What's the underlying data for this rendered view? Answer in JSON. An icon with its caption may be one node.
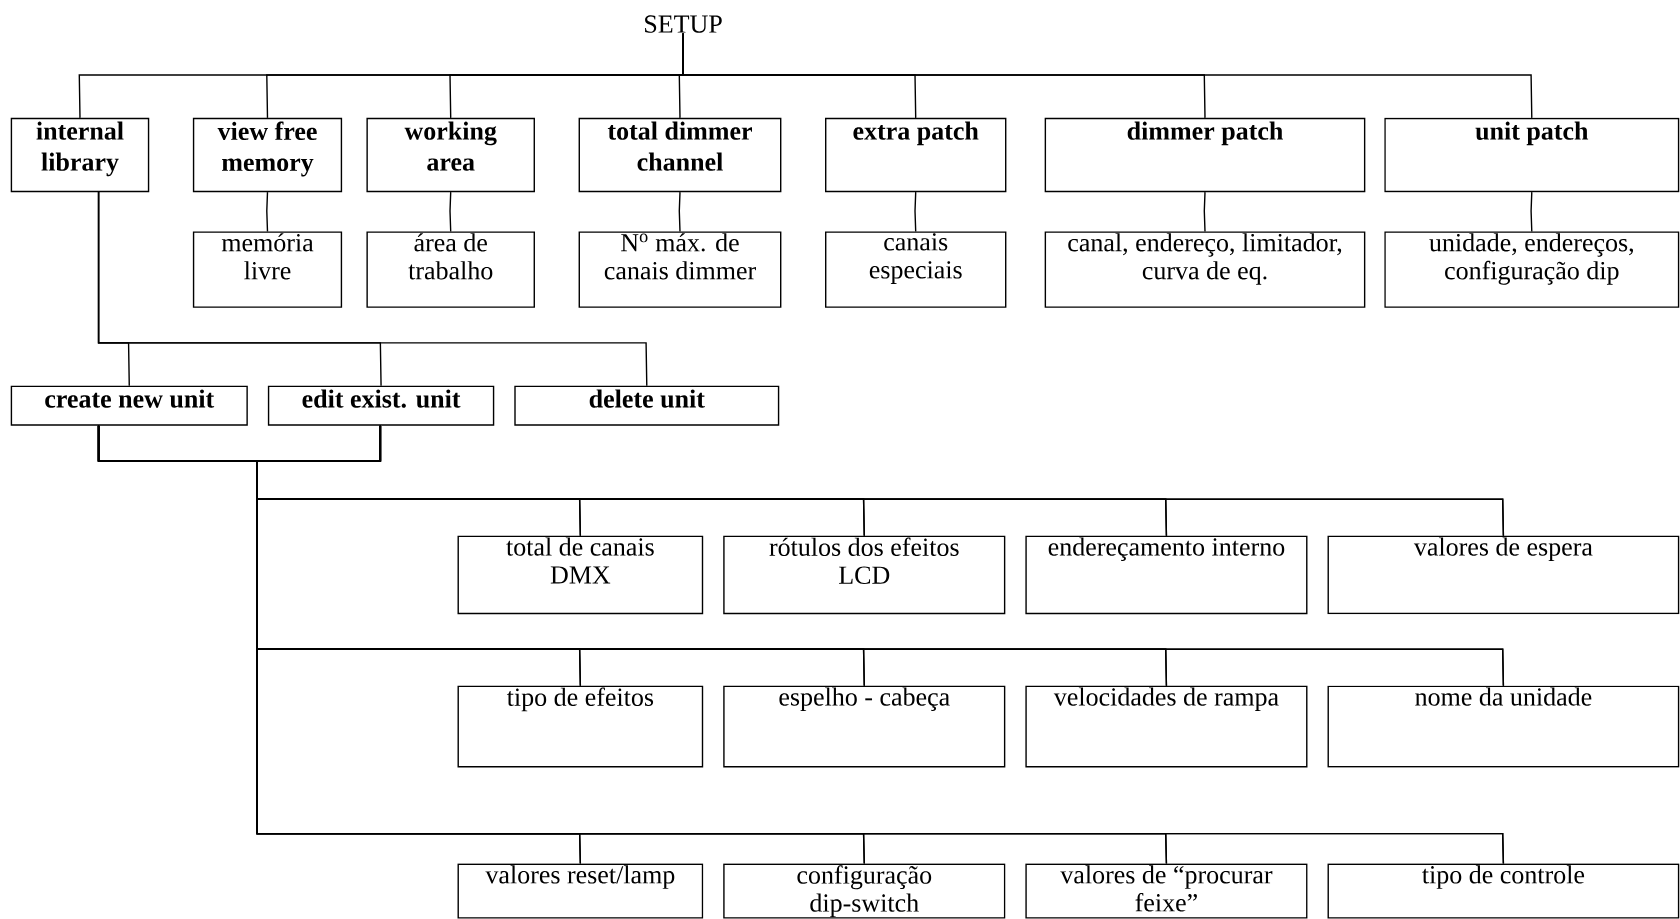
{
  "diagram": {
    "nodes": [
      {
        "text": [
          "SETUP"
        ]
      },
      {
        "text": [
          "internal library"
        ]
      },
      {
        "text": [
          "view free memory"
        ]
      },
      {
        "text": [
          "working area"
        ]
      },
      {
        "text": [
          "total dimmer channel"
        ]
      },
      {
        "text": [
          "extra patch"
        ]
      },
      {
        "text": [
          "dimmer patch"
        ]
      },
      {
        "text": [
          "unit patch"
        ]
      },
      {
        "text": [
          "memória livre"
        ]
      },
      {
        "text": [
          "área de trabalho"
        ]
      },
      {
        "text": [
          "N$^{o}$ máx. de canais dimmer"
        ]
      },
      {
        "text": [
          "canais especiais"
        ]
      },
      {
        "text": [
          "canal, endereço, limitador, curva de eq."
        ]
      },
      {
        "text": [
          "unidade, endereços, configuração dip"
        ]
      },
      {
        "text": [
          "create new unit"
        ]
      },
      {
        "text": [
          "edit exist. unit"
        ]
      },
      {
        "text": [
          "delete unit"
        ]
      },
      {
        "text": [
          "total de canais DMX"
        ]
      },
      {
        "text": [
          "rótulos dos efeitos LCD"
        ]
      },
      {
        "text": [
          "endereçamento interno"
        ]
      },
      {
        "text": [
          "valores de espera"
        ]
      },
      {
        "text": [
          "tipo de efeitos"
        ]
      },
      {
        "text": [
          "espelho - cabeça"
        ]
      },
      {
        "text": [
          "velocidades de rampa"
        ]
      },
      {
        "text": [
          "nome da unidade"
        ]
      },
      {
        "text": [
          "valores reset/lamp"
        ]
      },
      {
        "text": [
          "configuração dip-switch"
        ]
      },
      {
        "text": [
          "valores de “procurar  feixe”"
        ]
      },
      {
        "text": [
          "tipo de controle"
        ]
      }
    ],
    "edges": [
      {
        "from": 0,
        "to": 1,
        "arrow": "none"
      },
      {
        "from": 0,
        "to": 2,
        "arrow": "none"
      },
      {
        "from": 0,
        "to": 3,
        "arrow": "none"
      },
      {
        "from": 0,
        "to": 4,
        "arrow": "none"
      },
      {
        "from": 0,
        "to": 5,
        "arrow": "none"
      },
      {
        "from": 0,
        "to": 6,
        "arrow": "none"
      },
      {
        "from": 0,
        "to": 7,
        "arrow": "none"
      },
      {
        "from": 2,
        "to": 8,
        "arrow": "none"
      },
      {
        "from": 3,
        "to": 9,
        "arrow": "none"
      },
      {
        "from": 4,
        "to": 10,
        "arrow": "none"
      },
      {
        "from": 5,
        "to": 11,
        "arrow": "none"
      },
      {
        "from": 6,
        "to": 12,
        "arrow": "none"
      },
      {
        "from": 7,
        "to": 13,
        "arrow": "none"
      },
      {
        "from": 1,
        "to": 14,
        "arrow": "none"
      },
      {
        "from": 1,
        "to": 15,
        "arrow": "none"
      },
      {
        "from": 1,
        "to": 16,
        "arrow": "none"
      },
      {
        "from": 14,
        "to": 17,
        "arrow": "none"
      },
      {
        "from": 14,
        "to": 18,
        "arrow": "none"
      },
      {
        "from": 14,
        "to": 19,
        "arrow": "none"
      },
      {
        "from": 14,
        "to": 20,
        "arrow": "none"
      },
      {
        "from": 14,
        "to": 21,
        "arrow": "none"
      },
      {
        "from": 14,
        "to": 22,
        "arrow": "none"
      },
      {
        "from": 14,
        "to": 23,
        "arrow": "none"
      },
      {
        "from": 14,
        "to": 24,
        "arrow": "none"
      },
      {
        "from": 14,
        "to": 25,
        "arrow": "none"
      },
      {
        "from": 14,
        "to": 26,
        "arrow": "none"
      },
      {
        "from": 14,
        "to": 27,
        "arrow": "none"
      },
      {
        "from": 14,
        "to": 28,
        "arrow": "none"
      },
      {
        "from": 15,
        "to": 17,
        "arrow": "none"
      },
      {
        "from": 15,
        "to": 18,
        "arrow": "none"
      },
      {
        "from": 15,
        "to": 19,
        "arrow": "none"
      },
      {
        "from": 15,
        "to": 20,
        "arrow": "none"
      },
      {
        "from": 15,
        "to": 21,
        "arrow": "none"
      },
      {
        "from": 15,
        "to": 22,
        "arrow": "none"
      },
      {
        "from": 15,
        "to": 23,
        "arrow": "none"
      },
      {
        "from": 15,
        "to": 24,
        "arrow": "none"
      },
      {
        "from": 15,
        "to": 25,
        "arrow": "none"
      },
      {
        "from": 15,
        "to": 26,
        "arrow": "none"
      },
      {
        "from": 15,
        "to": 27,
        "arrow": "none"
      },
      {
        "from": 15,
        "to": 28,
        "arrow": "none"
      }
    ]
  }
}
